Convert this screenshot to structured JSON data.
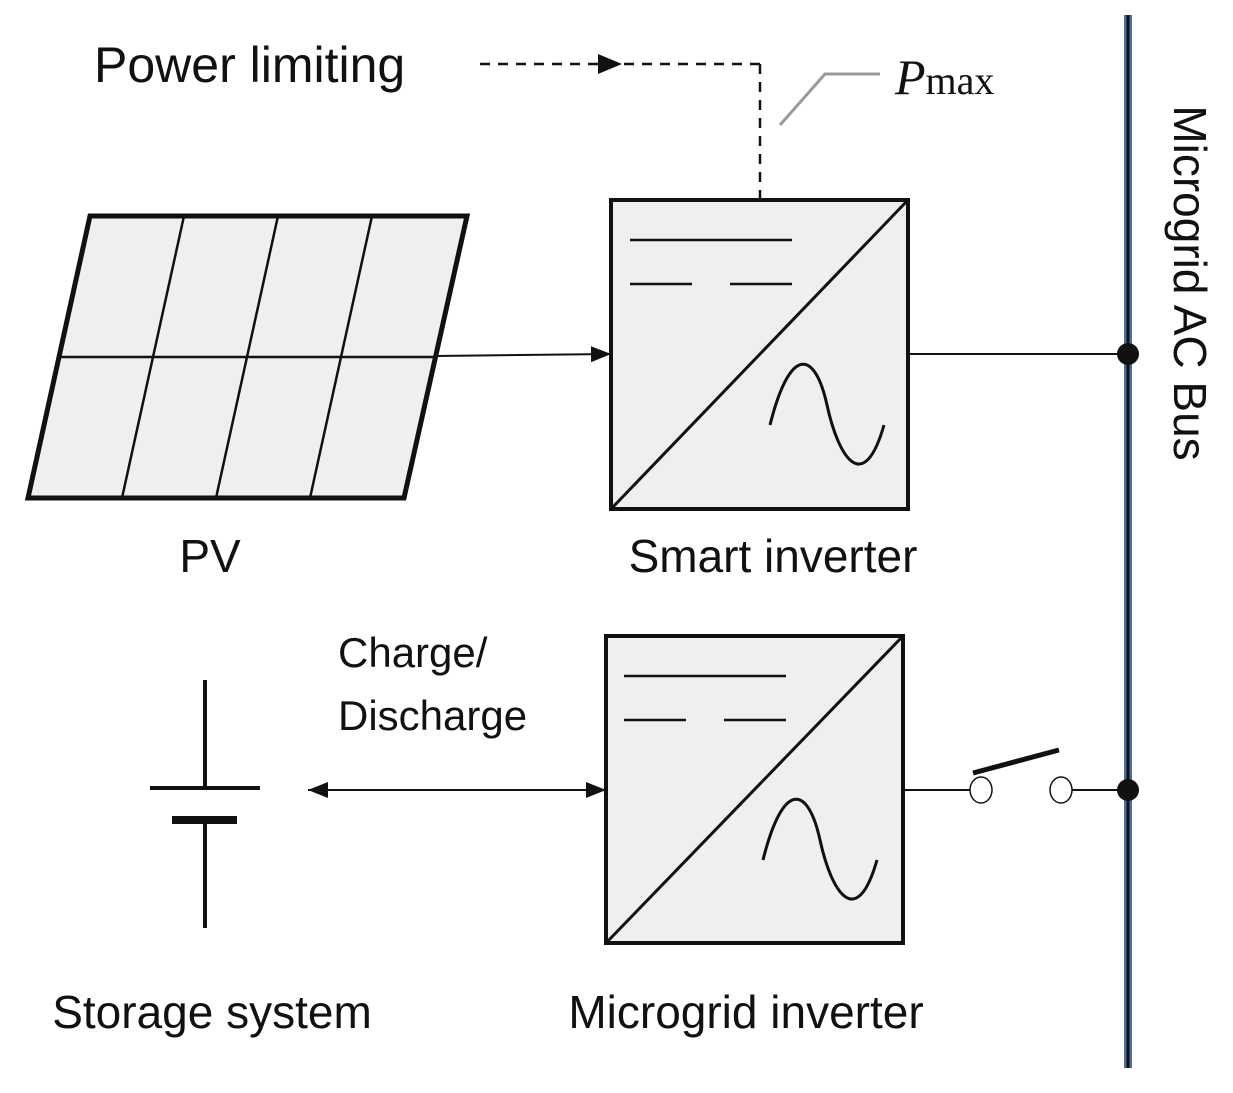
{
  "labels": {
    "power_limiting": "Power limiting",
    "p_symbol": "P",
    "p_subscript": "max",
    "bus": "Microgrid AC Bus",
    "pv": "PV",
    "smart_inverter": "Smart inverter",
    "charge": "Charge/",
    "discharge": "Discharge",
    "storage": "Storage system",
    "microgrid_inverter": "Microgrid inverter"
  },
  "colors": {
    "line": "#111111",
    "box_fill": "#efefef",
    "bus_edge": "#4a6f96",
    "leader": "#9a9a9a"
  }
}
